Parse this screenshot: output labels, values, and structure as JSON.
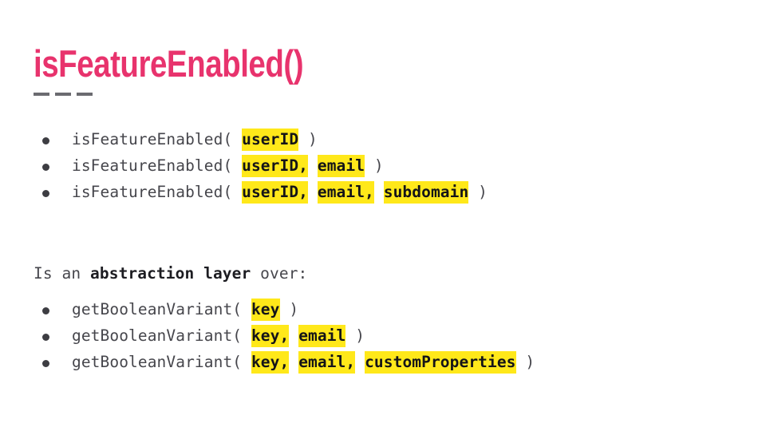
{
  "slide": {
    "background_color": "#ffffff",
    "title": "isFeatureEnabled()",
    "title_color": "#e8336d",
    "divider": {
      "name": "three-dashes",
      "dash_count": 3,
      "color": "#6b6b70"
    },
    "highlight_color": "#ffe81a",
    "code_text_color": "#46464c",
    "bullet_color": "#3d3d42"
  },
  "signature_list_primary": {
    "name": "isFeatureEnabled-signatures",
    "items": [
      {
        "id": "sig-1",
        "plain_text": "isFeatureEnabled( userID )",
        "parts": [
          {
            "text": "isFeatureEnabled( ",
            "highlighted": false
          },
          {
            "text": "userID",
            "highlighted": true
          },
          {
            "text": " )",
            "highlighted": false
          }
        ]
      },
      {
        "id": "sig-2",
        "plain_text": "isFeatureEnabled( userID, email )",
        "parts": [
          {
            "text": "isFeatureEnabled( ",
            "highlighted": false
          },
          {
            "text": "userID,",
            "highlighted": true
          },
          {
            "text": " ",
            "highlighted": false
          },
          {
            "text": "email",
            "highlighted": true
          },
          {
            "text": " )",
            "highlighted": false
          }
        ]
      },
      {
        "id": "sig-3",
        "plain_text": "isFeatureEnabled( userID, email, subdomain )",
        "parts": [
          {
            "text": "isFeatureEnabled( ",
            "highlighted": false
          },
          {
            "text": "userID,",
            "highlighted": true
          },
          {
            "text": " ",
            "highlighted": false
          },
          {
            "text": "email,",
            "highlighted": true
          },
          {
            "text": " ",
            "highlighted": false
          },
          {
            "text": "subdomain",
            "highlighted": true
          },
          {
            "text": " )",
            "highlighted": false
          }
        ]
      }
    ]
  },
  "mid_statement": {
    "name": "abstraction-layer-statement",
    "plain_text": "Is an abstraction layer over:",
    "parts": [
      {
        "text": "Is an ",
        "bold": false
      },
      {
        "text": "abstraction layer",
        "bold": true
      },
      {
        "text": " over:",
        "bold": false
      }
    ]
  },
  "signature_list_secondary": {
    "name": "getBooleanVariant-signatures",
    "items": [
      {
        "id": "sig-4",
        "plain_text": "getBooleanVariant( key )",
        "parts": [
          {
            "text": "getBooleanVariant( ",
            "highlighted": false
          },
          {
            "text": "key",
            "highlighted": true
          },
          {
            "text": " )",
            "highlighted": false
          }
        ]
      },
      {
        "id": "sig-5",
        "plain_text": "getBooleanVariant( key, email )",
        "parts": [
          {
            "text": "getBooleanVariant( ",
            "highlighted": false
          },
          {
            "text": "key,",
            "highlighted": true
          },
          {
            "text": " ",
            "highlighted": false
          },
          {
            "text": "email",
            "highlighted": true
          },
          {
            "text": " )",
            "highlighted": false
          }
        ]
      },
      {
        "id": "sig-6",
        "plain_text": "getBooleanVariant( key, email, customProperties )",
        "parts": [
          {
            "text": "getBooleanVariant( ",
            "highlighted": false
          },
          {
            "text": "key,",
            "highlighted": true
          },
          {
            "text": " ",
            "highlighted": false
          },
          {
            "text": "email,",
            "highlighted": true
          },
          {
            "text": " ",
            "highlighted": false
          },
          {
            "text": "customProperties",
            "highlighted": true
          },
          {
            "text": " )",
            "highlighted": false
          }
        ]
      }
    ]
  }
}
